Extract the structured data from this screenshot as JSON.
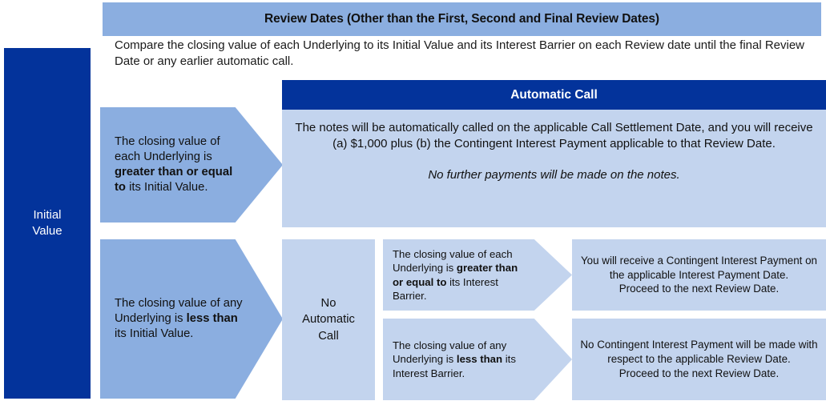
{
  "colors": {
    "dark_blue": "#03339B",
    "mid_blue": "#8BAEE0",
    "light_blue": "#C3D4EE",
    "text": "#111111",
    "header_text": "#FFFFFF"
  },
  "header": {
    "title": "Review Dates (Other than the First, Second and Final Review Dates)",
    "subtitle": "Compare the closing value of each Underlying to its Initial Value and its Interest Barrier on each Review date until the final Review Date or any earlier automatic call."
  },
  "initial_value": {
    "line1": "Initial",
    "line2": "Value"
  },
  "row1": {
    "condition": {
      "pre": "The closing value of each Underlying is ",
      "bold": "greater than or equal to",
      "post": " its Initial Value."
    },
    "result_header": "Automatic Call",
    "result_body": "The notes will be automatically called on the applicable Call Settlement Date, and you will receive (a) $1,000 plus (b) the Contingent Interest Payment applicable to that Review Date.",
    "result_note": "No further payments will be made on the notes."
  },
  "row2": {
    "condition": {
      "pre": "The closing value of any Underlying is ",
      "bold": "less than",
      "post": " its Initial Value."
    },
    "no_call": {
      "line1": "No",
      "line2": "Automatic",
      "line3": "Call"
    },
    "branches": [
      {
        "condition": {
          "pre": "The closing value of each Underlying is ",
          "bold": "greater than or equal to",
          "post": " its Interest Barrier."
        },
        "outcome": "You will receive a Contingent Interest Payment on the applicable Interest Payment Date.\nProceed to the next Review Date."
      },
      {
        "condition": {
          "pre": "The closing value of any Underlying is ",
          "bold": "less than",
          "post": " its Interest Barrier."
        },
        "outcome": "No Contingent Interest Payment will be made with respect to the applicable Review Date.\nProceed to the next Review Date."
      }
    ]
  }
}
